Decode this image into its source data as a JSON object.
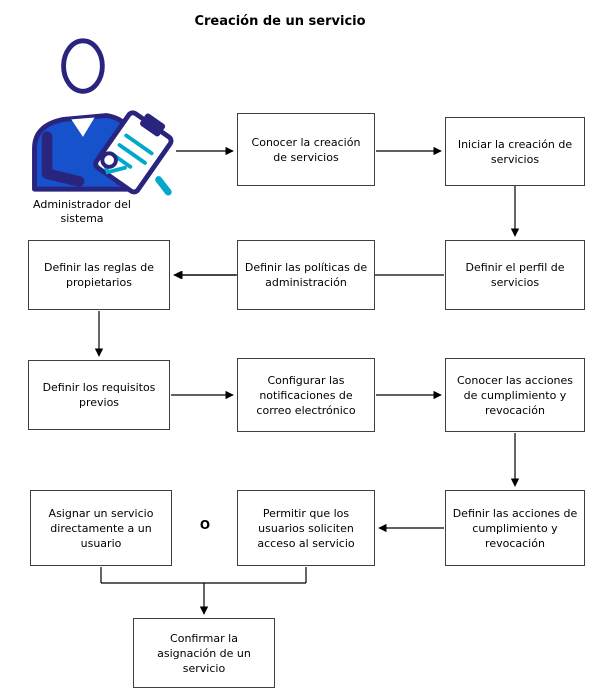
{
  "title": "Creación de un servicio",
  "actor": {
    "label": "Administrador del sistema"
  },
  "or_label": "O",
  "colors": {
    "outline": "#29247e",
    "shirt": "#1652cc",
    "accent": "#00a8cc",
    "box_border": "#3f3f3f",
    "text": "#000000"
  },
  "nodes": [
    {
      "id": "conocer-creacion",
      "label": "Conocer la creación de servicios"
    },
    {
      "id": "iniciar-creacion",
      "label": "Iniciar la creación de servicios"
    },
    {
      "id": "definir-perfil",
      "label": "Definir el perfil de servicios"
    },
    {
      "id": "definir-politicas",
      "label": "Definir las políticas de administración"
    },
    {
      "id": "definir-reglas",
      "label": "Definir las reglas de propietarios"
    },
    {
      "id": "definir-requisitos",
      "label": "Definir los requisitos previos"
    },
    {
      "id": "configurar-notificaciones",
      "label": "Configurar las notificaciones de correo electrónico"
    },
    {
      "id": "conocer-acciones",
      "label": "Conocer las acciones de cumplimiento y revocación"
    },
    {
      "id": "definir-acciones",
      "label": "Definir las acciones de cumplimiento y revocación"
    },
    {
      "id": "permitir-solicitudes",
      "label": "Permitir que los usuarios soliciten acceso al servicio"
    },
    {
      "id": "asignar-directamente",
      "label": "Asignar un servicio directamente a un usuario"
    },
    {
      "id": "confirmar-asignacion",
      "label": "Confirmar la asignación de un servicio"
    }
  ]
}
